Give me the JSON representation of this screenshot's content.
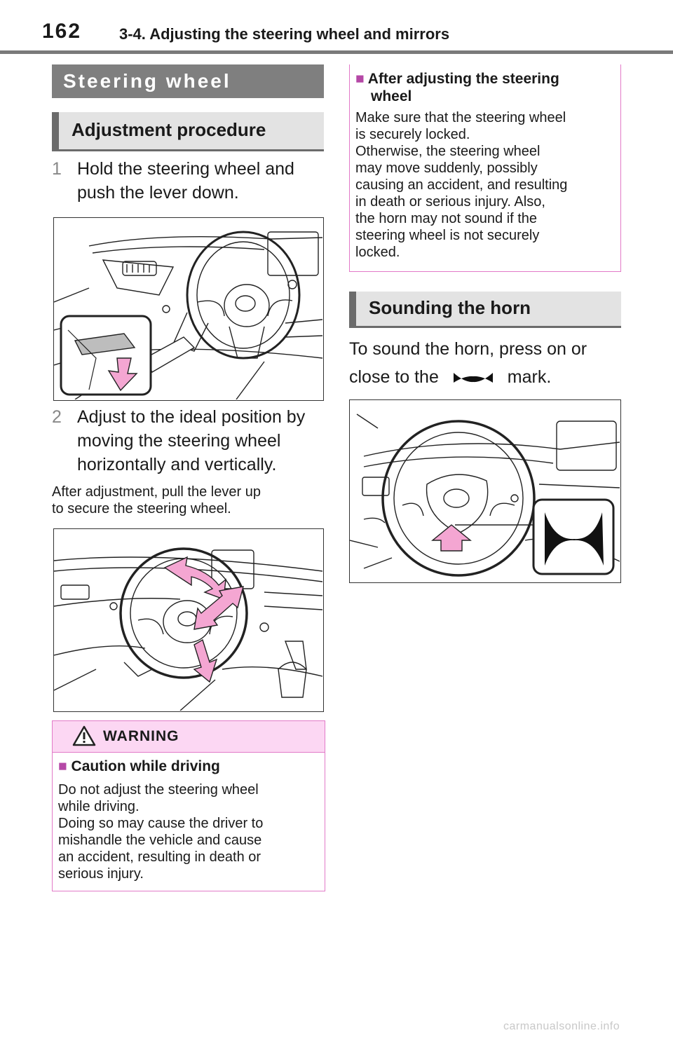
{
  "header": {
    "page_number": "162",
    "chapter_title": "3-4. Adjusting the steering wheel and mirrors"
  },
  "section": {
    "title": "Steering wheel",
    "subsection_adjust": "Adjustment procedure",
    "step1_num": "1",
    "step1_line1": "Hold the steering wheel and",
    "step1_line2": "push the lever down.",
    "step2_num": "2",
    "step2_line1": "Adjust to the ideal position by",
    "step2_line2": "moving the steering wheel",
    "step2_line3": "horizontally and vertically.",
    "after_line1": "After adjustment, pull the lever up",
    "after_line2": "to secure the steering wheel."
  },
  "warning": {
    "label": "WARNING",
    "heading_mark": "■",
    "heading": "Caution while driving",
    "lines": [
      "Do not adjust the steering wheel",
      "while driving.",
      "Doing so may cause the driver to",
      "mishandle the vehicle and cause",
      "an accident, resulting in death or",
      "serious injury."
    ]
  },
  "note": {
    "heading_mark": "■",
    "heading_line1": "After adjusting the steering",
    "heading_line2": "wheel",
    "lines": [
      "Make sure that the steering wheel",
      "is securely locked.",
      "Otherwise, the steering wheel",
      "may move suddenly, possibly",
      "causing an accident, and resulting",
      "in death or serious injury. Also,",
      "the horn may not sound if the",
      "steering wheel is not securely",
      "locked."
    ]
  },
  "horn": {
    "subsection": "Sounding the horn",
    "line1": "To sound the horn, press on or",
    "line2_before": "close to the",
    "line2_after": "mark."
  },
  "footer": {
    "watermark": "carmanualsonline.info"
  },
  "colors": {
    "warning_border": "#e27ac8",
    "warning_fill": "#fcd7f3",
    "arrow_pink": "#f4a6d2",
    "title_bar": "#7f7f7f"
  },
  "icons": [
    "warning-triangle-icon",
    "horn-icon",
    "square-bullet-icon"
  ]
}
